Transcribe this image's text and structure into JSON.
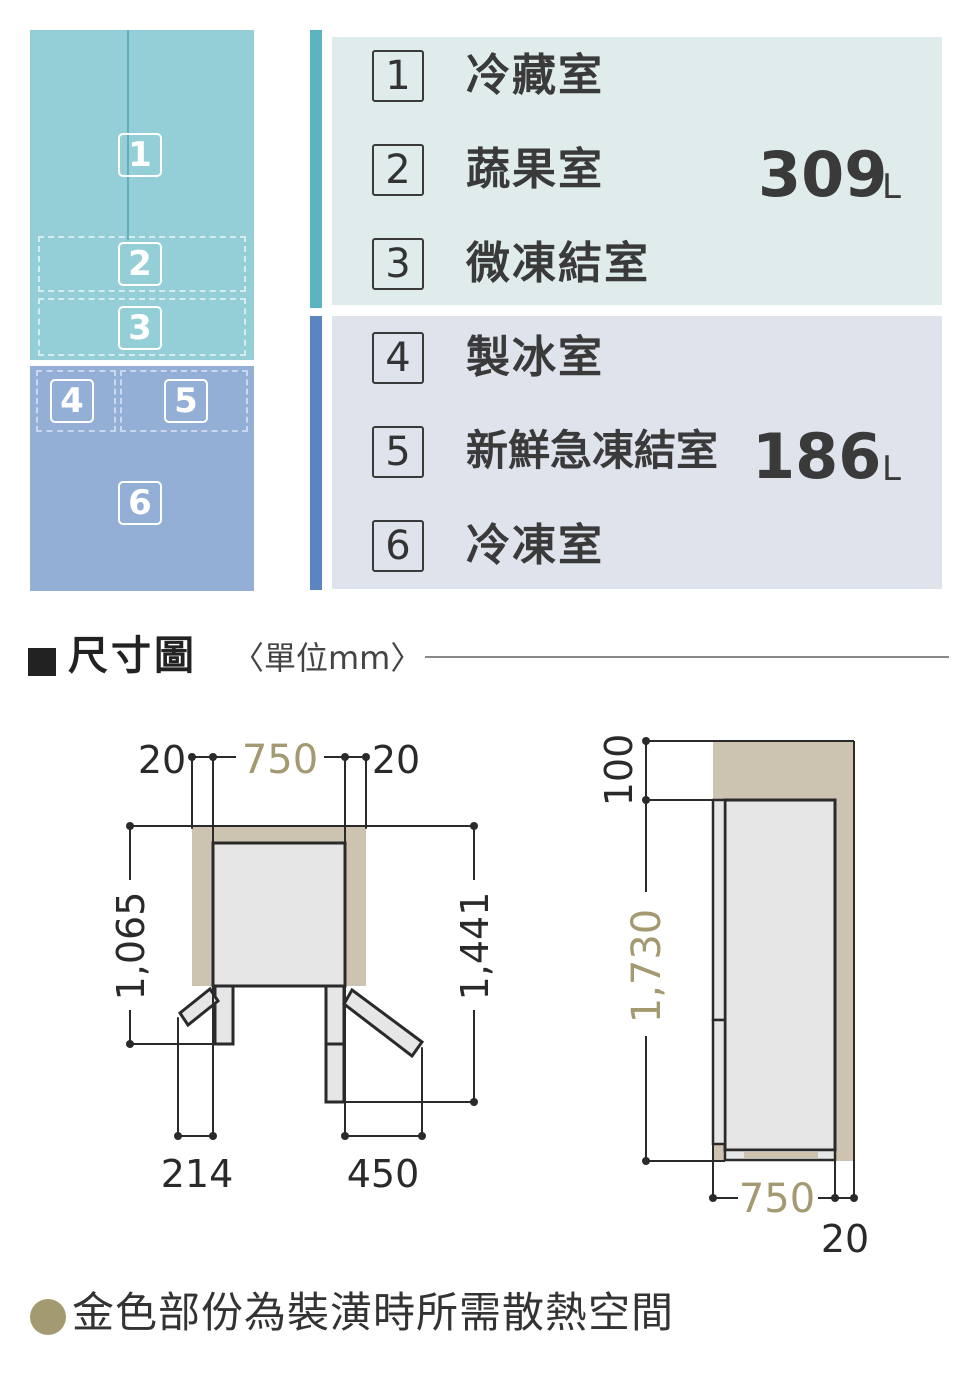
{
  "compartments": [
    {
      "num": "1",
      "label": "冷藏室"
    },
    {
      "num": "2",
      "label": "蔬果室"
    },
    {
      "num": "3",
      "label": "微凍結室"
    },
    {
      "num": "4",
      "label": "製冰室"
    },
    {
      "num": "5",
      "label": "新鮮急凍結室"
    },
    {
      "num": "6",
      "label": "冷凍室"
    }
  ],
  "volumes": {
    "fridge": {
      "value": "309",
      "unit": "L"
    },
    "freezer": {
      "value": "186",
      "unit": "L"
    }
  },
  "heading": {
    "title": "尺寸圖",
    "unit": "〈單位mm〉"
  },
  "front_view": {
    "margin_left": "20",
    "width": "750",
    "margin_right": "20",
    "height_body": "1,065",
    "depth_doors_open": "1,441",
    "door_left": "214",
    "door_right": "450"
  },
  "side_view": {
    "top_clearance": "100",
    "height": "1,730",
    "depth": "750",
    "back_clearance": "20"
  },
  "note": "金色部份為裝潢時所需散熱空間",
  "colors": {
    "fridge_zone": "#94cfd8",
    "freezer_zone": "#93afd6",
    "fridge_band": "#5bb4c1",
    "freezer_band": "#5a85c0",
    "clearance_gold": "#ccc3b1",
    "highlight_dim": "#a39a72"
  }
}
